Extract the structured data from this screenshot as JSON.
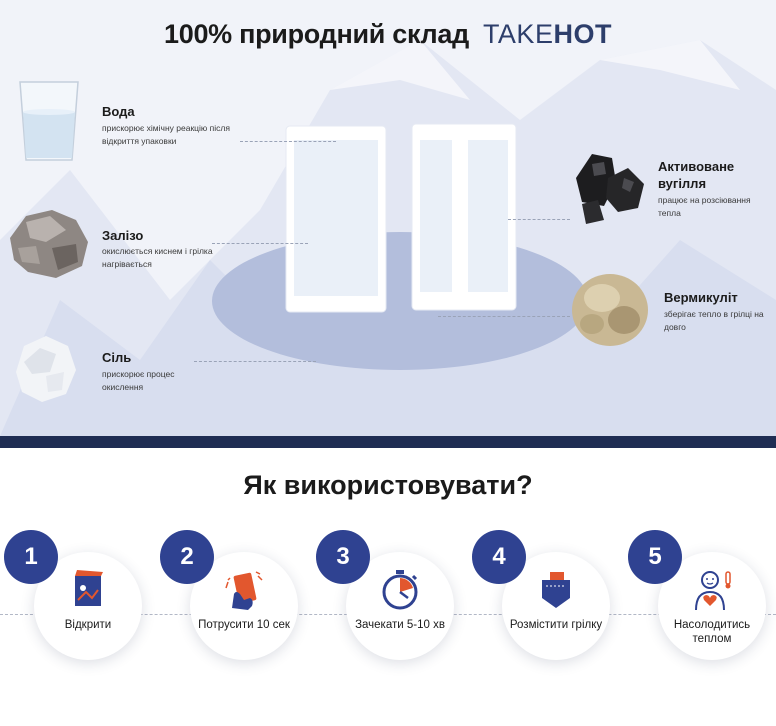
{
  "header": {
    "title": "100% природний склад",
    "brand_take": "TAKE",
    "brand_hot": "HOT"
  },
  "ingredients": {
    "water": {
      "name": "Вода",
      "desc": "прискорює хімічну реакцію після відкриття упаковки"
    },
    "iron": {
      "name": "Залізо",
      "desc": "окислюється киснем і грілка нагрівається"
    },
    "salt": {
      "name": "Сіль",
      "desc": "прискорює процес окислення"
    },
    "carbon": {
      "name": "Активоване вугілля",
      "desc": "працює на розсіювання тепла"
    },
    "vermiculite": {
      "name": "Вермикуліт",
      "desc": "зберігає тепло в грілці на довго"
    }
  },
  "howto": {
    "title": "Як використовувати?",
    "steps": [
      {
        "num": "1",
        "label": "Відкрити",
        "icon": "package-open-icon"
      },
      {
        "num": "2",
        "label": "Потрусити 10 сек",
        "icon": "shake-hand-icon"
      },
      {
        "num": "3",
        "label": "Зачекати 5-10 хв",
        "icon": "stopwatch-icon"
      },
      {
        "num": "4",
        "label": "Розмістити грілку",
        "icon": "pocket-icon"
      },
      {
        "num": "5",
        "label": "Насолодитись теплом",
        "icon": "person-heart-icon"
      }
    ]
  },
  "colors": {
    "accent": "#2f4291",
    "brand": "#2d3e6b",
    "stripe": "#1f2d53",
    "platform": "#b3bedc"
  }
}
